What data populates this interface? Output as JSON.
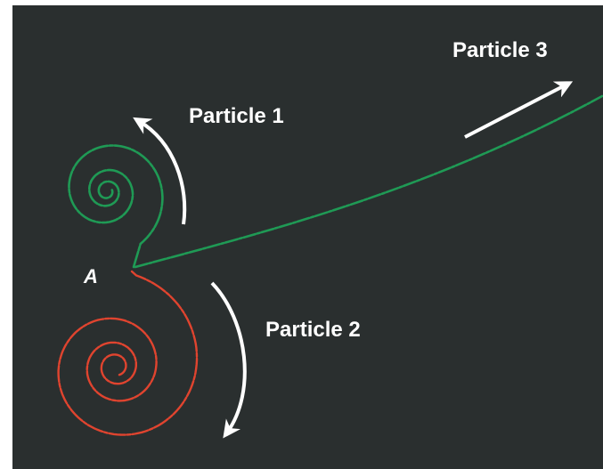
{
  "figure": {
    "background_color": "#2a2f2f",
    "frame_color": "#ffffff",
    "point_label": "A",
    "particles": [
      {
        "label": "Particle 1",
        "color": "#1f9a55",
        "path": "counterclockwise spiral"
      },
      {
        "label": "Particle 2",
        "color": "#e0442f",
        "path": "clockwise spiral"
      },
      {
        "label": "Particle 3",
        "color": "#1f9a55",
        "path": "long curve"
      }
    ],
    "arrow_color": "#ffffff",
    "arrow_icon": "arrow-icon"
  }
}
